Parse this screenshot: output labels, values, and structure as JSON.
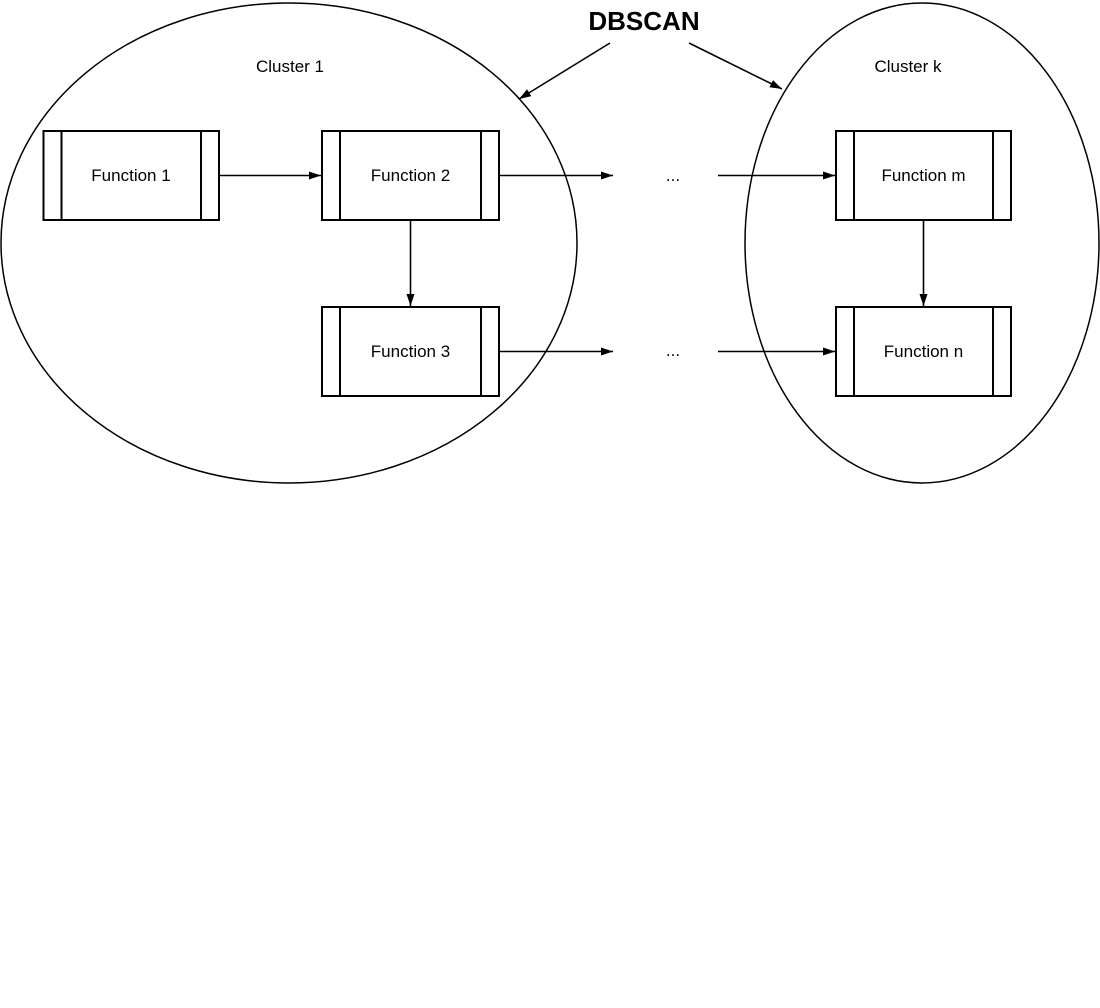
{
  "diagram": {
    "title": "DBSCAN",
    "clusters": [
      {
        "label": "Cluster 1"
      },
      {
        "label": "Cluster k"
      }
    ],
    "nodes": [
      {
        "label": "Function 1"
      },
      {
        "label": "Function 2"
      },
      {
        "label": "Function 3"
      },
      {
        "label": "Function m"
      },
      {
        "label": "Function n"
      }
    ],
    "connectors": {
      "ellipsis_top": "...",
      "ellipsis_bottom": "..."
    },
    "colors": {
      "stroke": "#000000",
      "node_fill": "#ffffff",
      "background": "#ffffff",
      "text": "#000000"
    }
  }
}
